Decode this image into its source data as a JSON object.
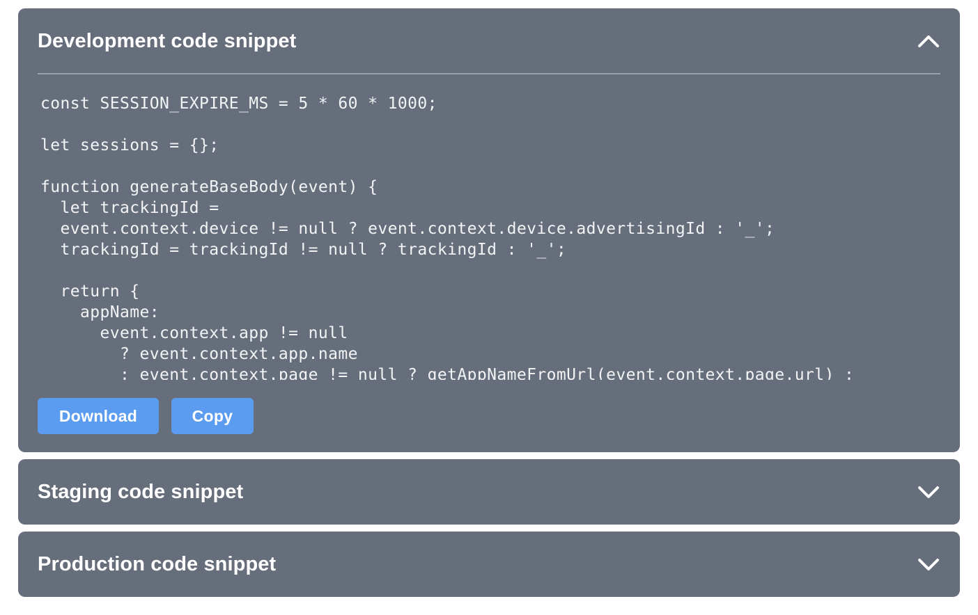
{
  "panels": {
    "development": {
      "title": "Development code snippet",
      "expanded": true,
      "code": "const SESSION_EXPIRE_MS = 5 * 60 * 1000;\n\nlet sessions = {};\n\nfunction generateBaseBody(event) {\n  let trackingId =\n  event.context.device != null ? event.context.device.advertisingId : '_';\n  trackingId = trackingId != null ? trackingId : '_';\n\n  return {\n    appName:\n      event.context.app != null\n        ? event.context.app.name\n        : event.context.page != null ? getAppNameFromUrl(event.context.page.url) :",
      "download_label": "Download",
      "copy_label": "Copy"
    },
    "staging": {
      "title": "Staging code snippet",
      "expanded": false
    },
    "production": {
      "title": "Production code snippet",
      "expanded": false
    }
  },
  "icons": {
    "collapse": "chevron-up-icon",
    "expand": "chevron-down-icon"
  },
  "colors": {
    "panel_bg": "#676e7b",
    "button_bg": "#5b9cf0",
    "divider": "#9aa0aa",
    "text": "#ffffff"
  }
}
